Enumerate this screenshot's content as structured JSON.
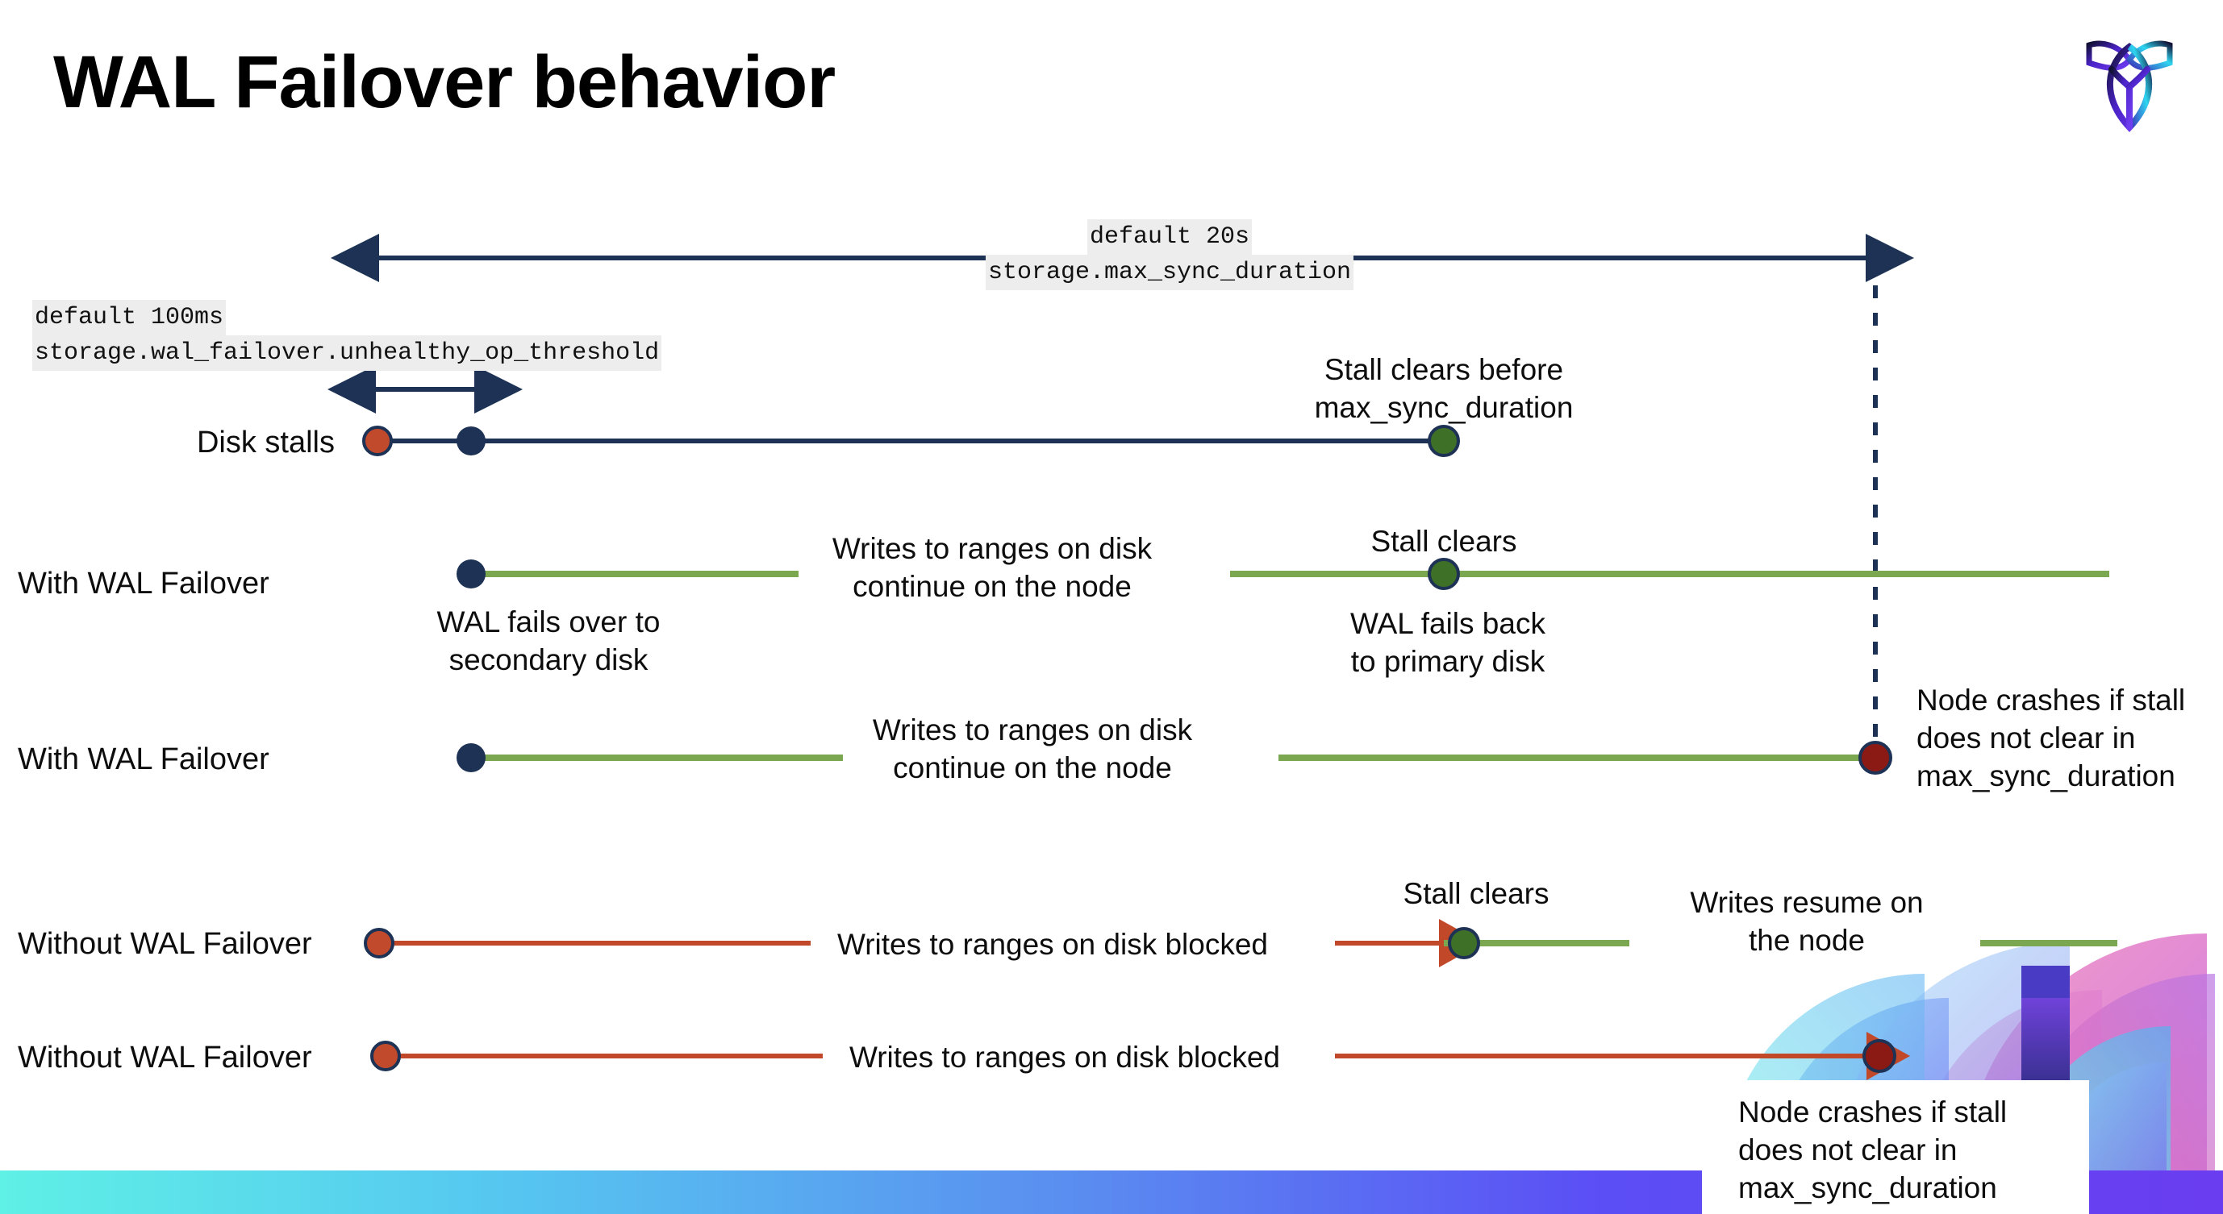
{
  "slide": {
    "title": "WAL Failover behavior",
    "logo_name": "cockroachdb-logo"
  },
  "annotations": {
    "max_sync": {
      "default": "default 20s",
      "setting": "storage.max_sync_duration"
    },
    "unhealthy": {
      "default": "default 100ms",
      "setting": "storage.wal_failover.unhealthy_op_threshold"
    }
  },
  "colors": {
    "navy": "#1d3255",
    "red": "#c14a2c",
    "dark_red": "#8c1a14",
    "green_line": "#7aa74f",
    "green_dot": "#3f7028",
    "orange_line": "#c1492a",
    "accent_gradient_start": "#5ff0e6",
    "accent_gradient_end": "#6a3df0"
  },
  "rows": [
    {
      "id": "disk-stalls",
      "label": "Disk stalls",
      "notes": [
        "Stall clears before\nmax_sync_duration"
      ]
    },
    {
      "id": "with-wal-failover-1",
      "label": "With WAL Failover",
      "notes": [
        "WAL fails over to\nsecondary disk",
        "Writes to ranges on disk\ncontinue on the node",
        "Stall clears",
        "WAL fails  back\nto primary disk"
      ]
    },
    {
      "id": "with-wal-failover-2",
      "label": "With WAL Failover",
      "notes": [
        "Writes to ranges on disk\ncontinue on the node",
        "Node crashes if stall\ndoes not clear in\nmax_sync_duration"
      ]
    },
    {
      "id": "without-wal-failover-1",
      "label": "Without WAL Failover",
      "notes": [
        "Writes to ranges on disk  blocked",
        "Stall clears",
        "Writes resume on\nthe node"
      ]
    },
    {
      "id": "without-wal-failover-2",
      "label": "Without WAL Failover",
      "notes": [
        "Writes to ranges on disk  blocked",
        "Node crashes if stall\ndoes not clear in\nmax_sync_duration"
      ]
    }
  ]
}
